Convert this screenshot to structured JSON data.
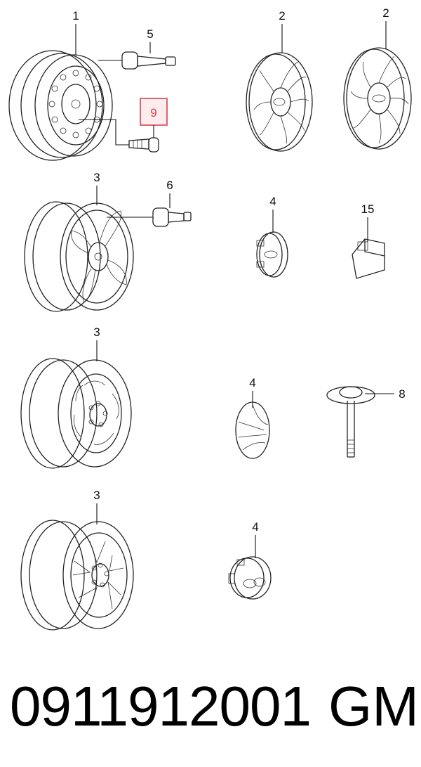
{
  "callouts": {
    "wheel_steel": "1",
    "cover_a": "2",
    "cover_b": "2",
    "valve_5": "5",
    "valve_9": "9",
    "wheel_alloy_a": "3",
    "valve_6": "6",
    "cap_a": "4",
    "weight_15": "15",
    "wheel_alloy_b": "3",
    "cap_b": "4",
    "bolt_8": "8",
    "wheel_alloy_c": "3",
    "cap_c": "4"
  },
  "highlight_color": "#d2454f",
  "footer": {
    "part_number": "0911912001",
    "brand": "GM"
  }
}
